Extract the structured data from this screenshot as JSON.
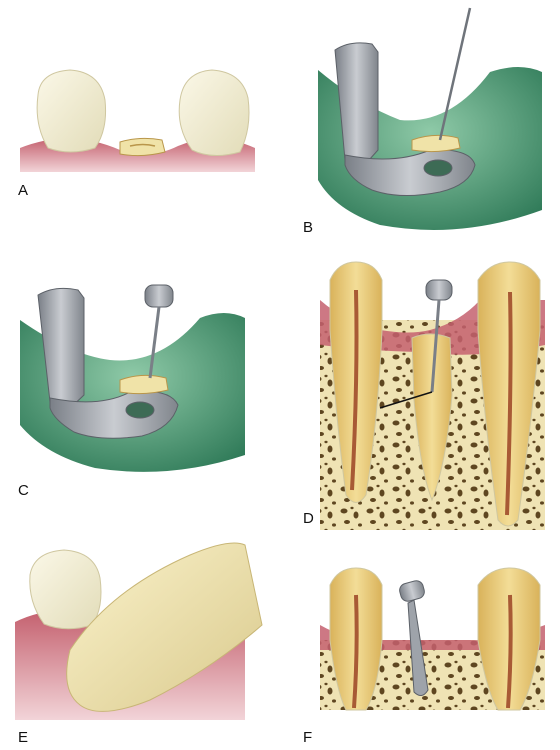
{
  "figure": {
    "panels": [
      {
        "id": "a",
        "label": "A"
      },
      {
        "id": "b",
        "label": "B"
      },
      {
        "id": "c",
        "label": "C"
      },
      {
        "id": "d",
        "label": "D"
      },
      {
        "id": "e",
        "label": "E"
      },
      {
        "id": "f",
        "label": "F"
      }
    ]
  },
  "colors": {
    "enamel": "#f1ecd2",
    "gum": "#d9919a",
    "gum_dark": "#b85a68",
    "dam": "#5da684",
    "dam_dark": "#2f7a58",
    "clamp": "#9ea3aa",
    "clamp_dark": "#6f747b",
    "dentin": "#e8c977",
    "pulp": "#a85a35",
    "bone": "#efe3b4",
    "bone_pore": "#5e4620",
    "finger": "#f1e7b8"
  }
}
